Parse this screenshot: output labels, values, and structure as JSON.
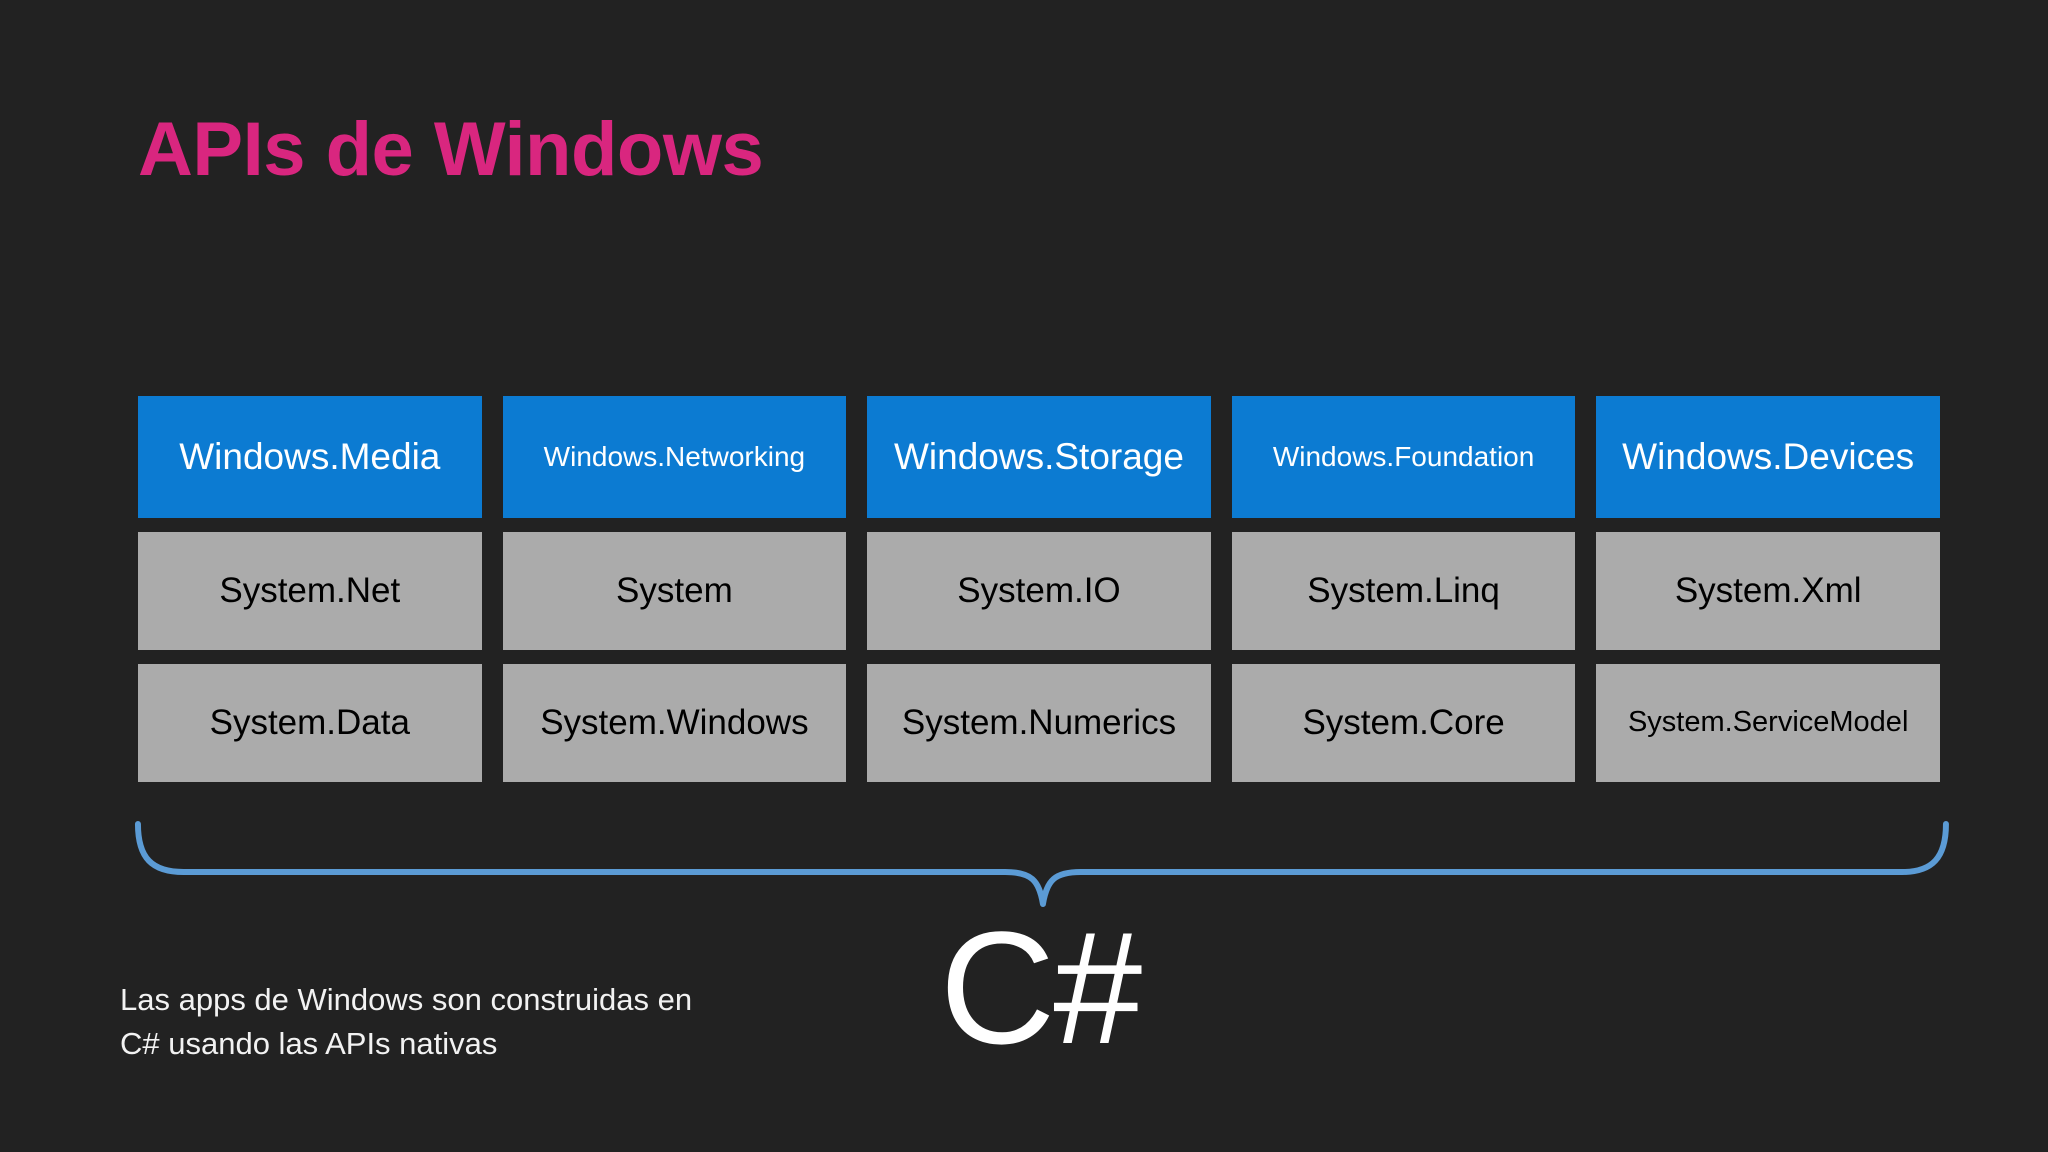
{
  "slide": {
    "title": "APIs de Windows",
    "background_color": "#222222",
    "title_color": "#d9267f",
    "blue_color": "#0c7bd2",
    "gray_color": "#ababab",
    "brace_color": "#5b9bd5"
  },
  "grid": {
    "rows": [
      {
        "style": "blue",
        "cells": [
          {
            "label": "Windows.Media",
            "size": "fs-lg"
          },
          {
            "label": "Windows.Networking",
            "size": "fs-sm"
          },
          {
            "label": "Windows.Storage",
            "size": "fs-lg"
          },
          {
            "label": "Windows.Foundation",
            "size": "fs-sm"
          },
          {
            "label": "Windows.Devices",
            "size": "fs-lg"
          }
        ]
      },
      {
        "style": "gray",
        "cells": [
          {
            "label": "System.Net",
            "size": "fs-lg"
          },
          {
            "label": "System",
            "size": "fs-lg"
          },
          {
            "label": "System.IO",
            "size": "fs-lg"
          },
          {
            "label": "System.Linq",
            "size": "fs-lg"
          },
          {
            "label": "System.Xml",
            "size": "fs-lg"
          }
        ]
      },
      {
        "style": "gray",
        "cells": [
          {
            "label": "System.Data",
            "size": "fs-lg"
          },
          {
            "label": "System.Windows",
            "size": "fs-lg"
          },
          {
            "label": "System.Numerics",
            "size": "fs-lg"
          },
          {
            "label": "System.Core",
            "size": "fs-lg"
          },
          {
            "label": "System.ServiceModel",
            "size": "fs-sm"
          }
        ]
      }
    ]
  },
  "caption": {
    "line1": "Las apps de Windows son construidas en",
    "line2": "C# usando las APIs nativas"
  },
  "wordmark": {
    "text": "C#"
  }
}
